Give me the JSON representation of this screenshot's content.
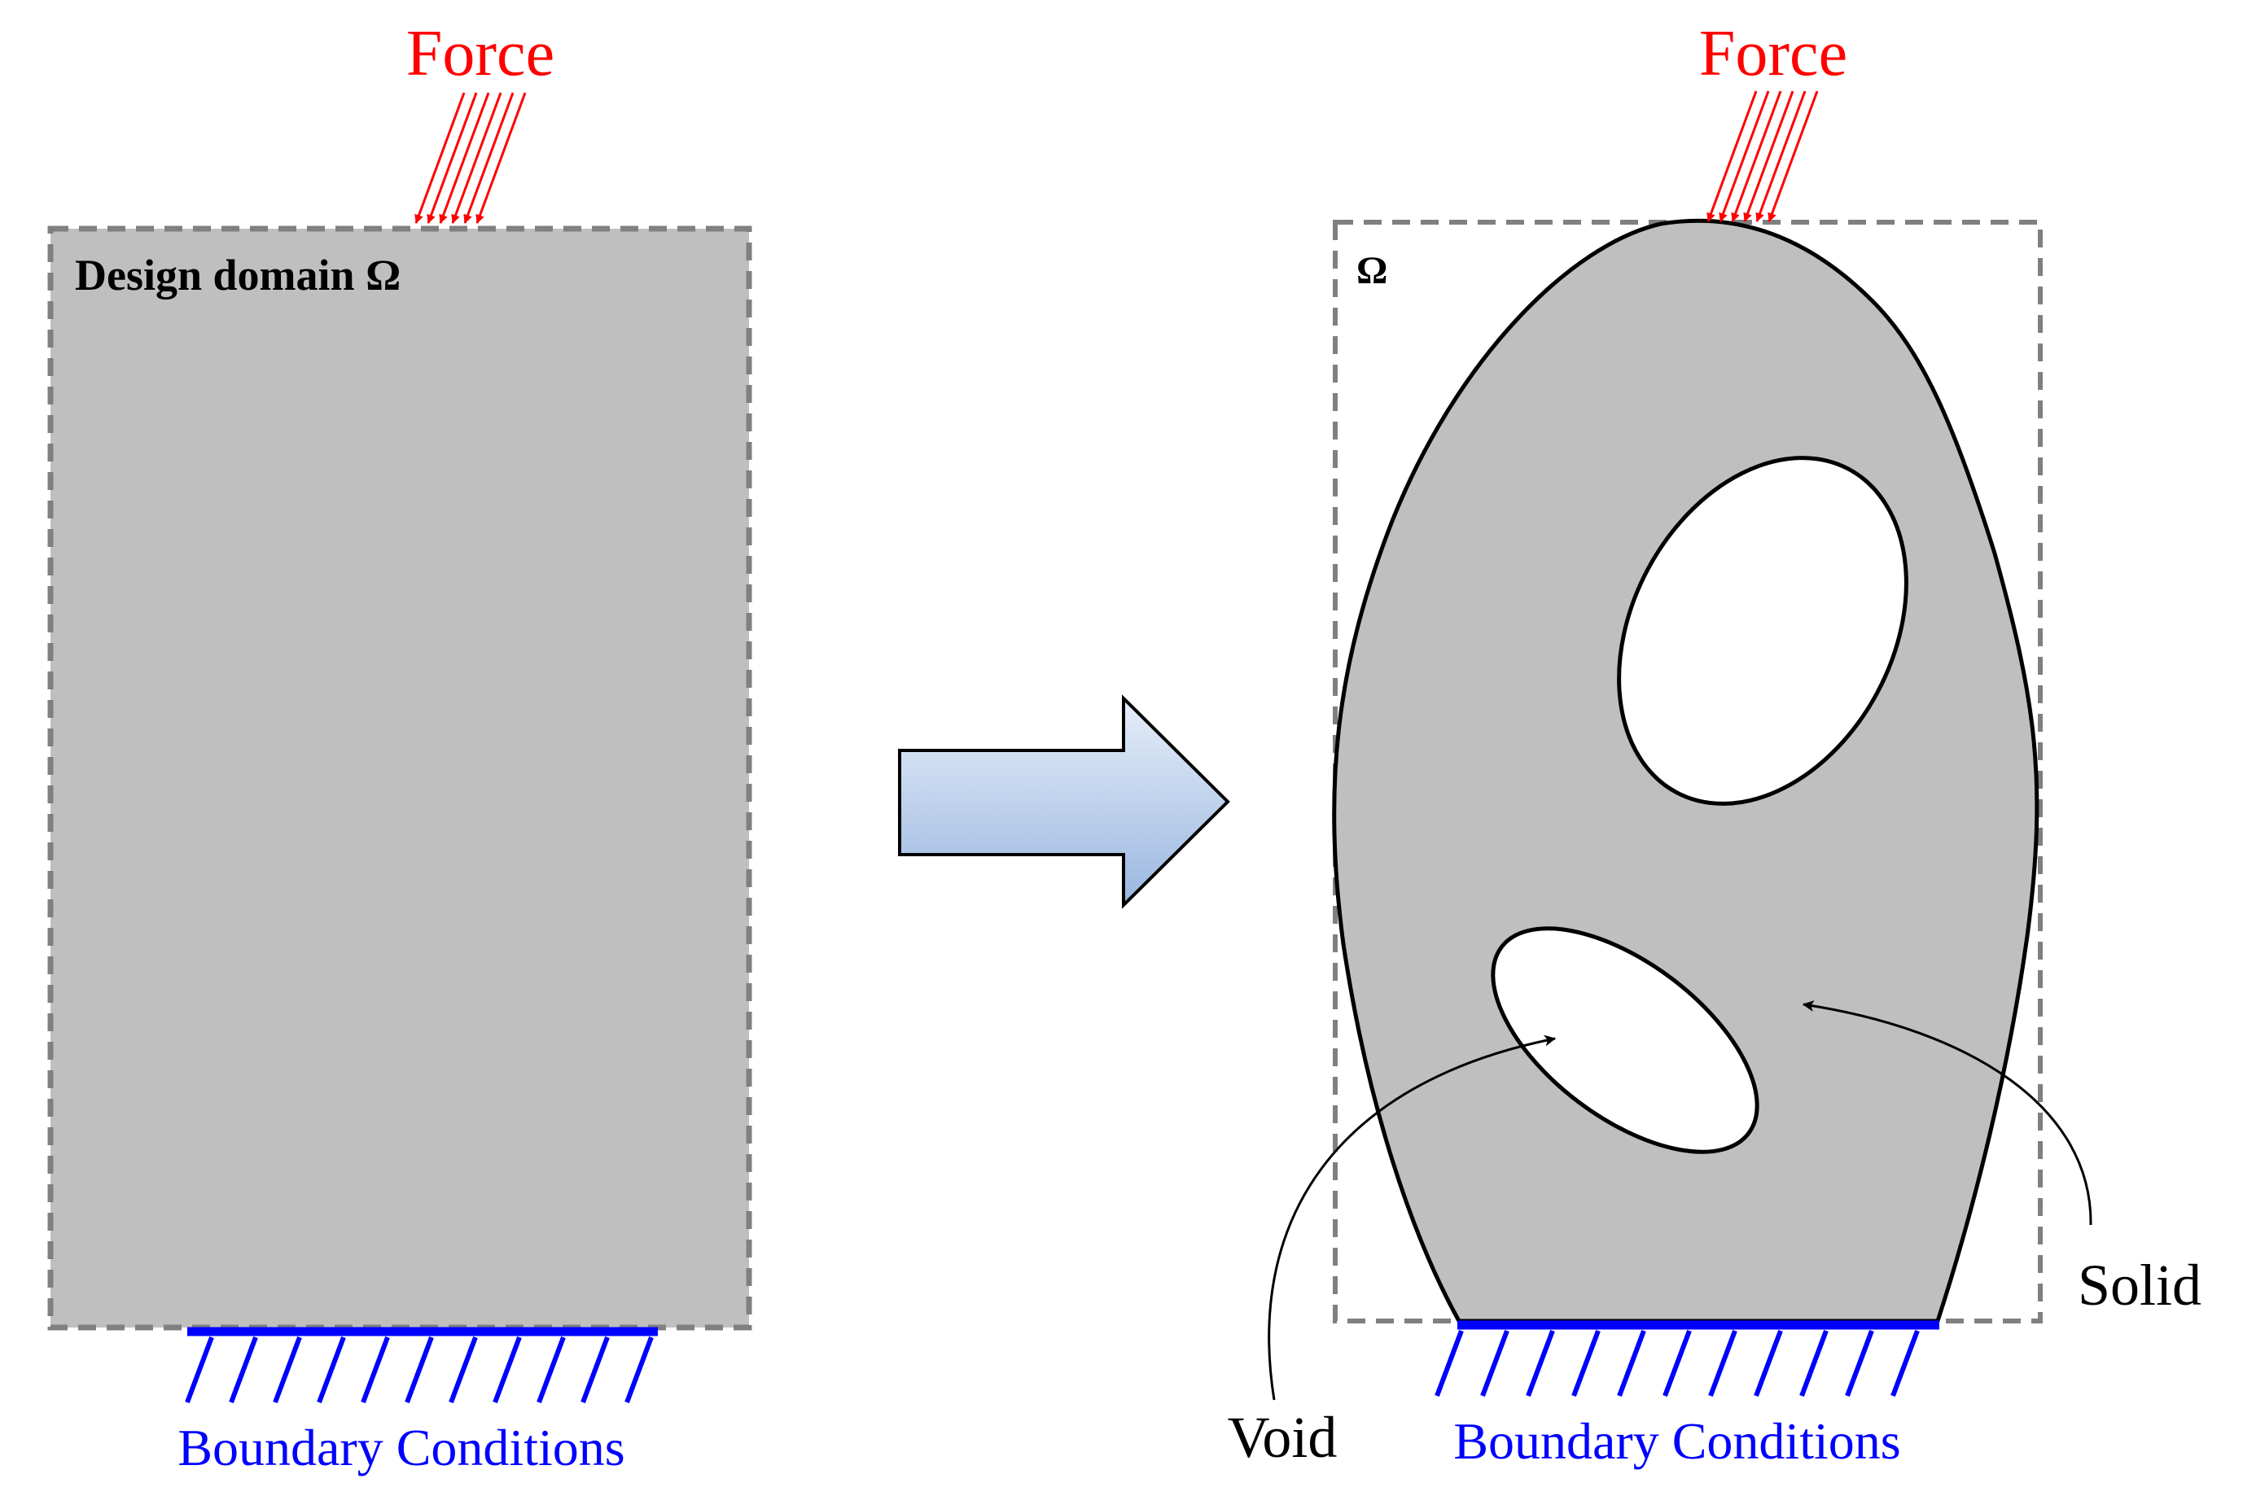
{
  "left_panel": {
    "force_label": "Force",
    "domain_label": "Design domain Ω",
    "boundary_label": "Boundary Conditions"
  },
  "right_panel": {
    "force_label": "Force",
    "domain_label": "Ω",
    "boundary_label": "Boundary Conditions",
    "void_label": "Void",
    "solid_label": "Solid"
  },
  "colors": {
    "force": "#ff0000",
    "boundary": "#0000ff",
    "material": "#bfbfbf",
    "domain_border": "#808080",
    "arrow_top": "#e6eef9",
    "arrow_bottom": "#9ab7e0",
    "outline": "#000000"
  }
}
